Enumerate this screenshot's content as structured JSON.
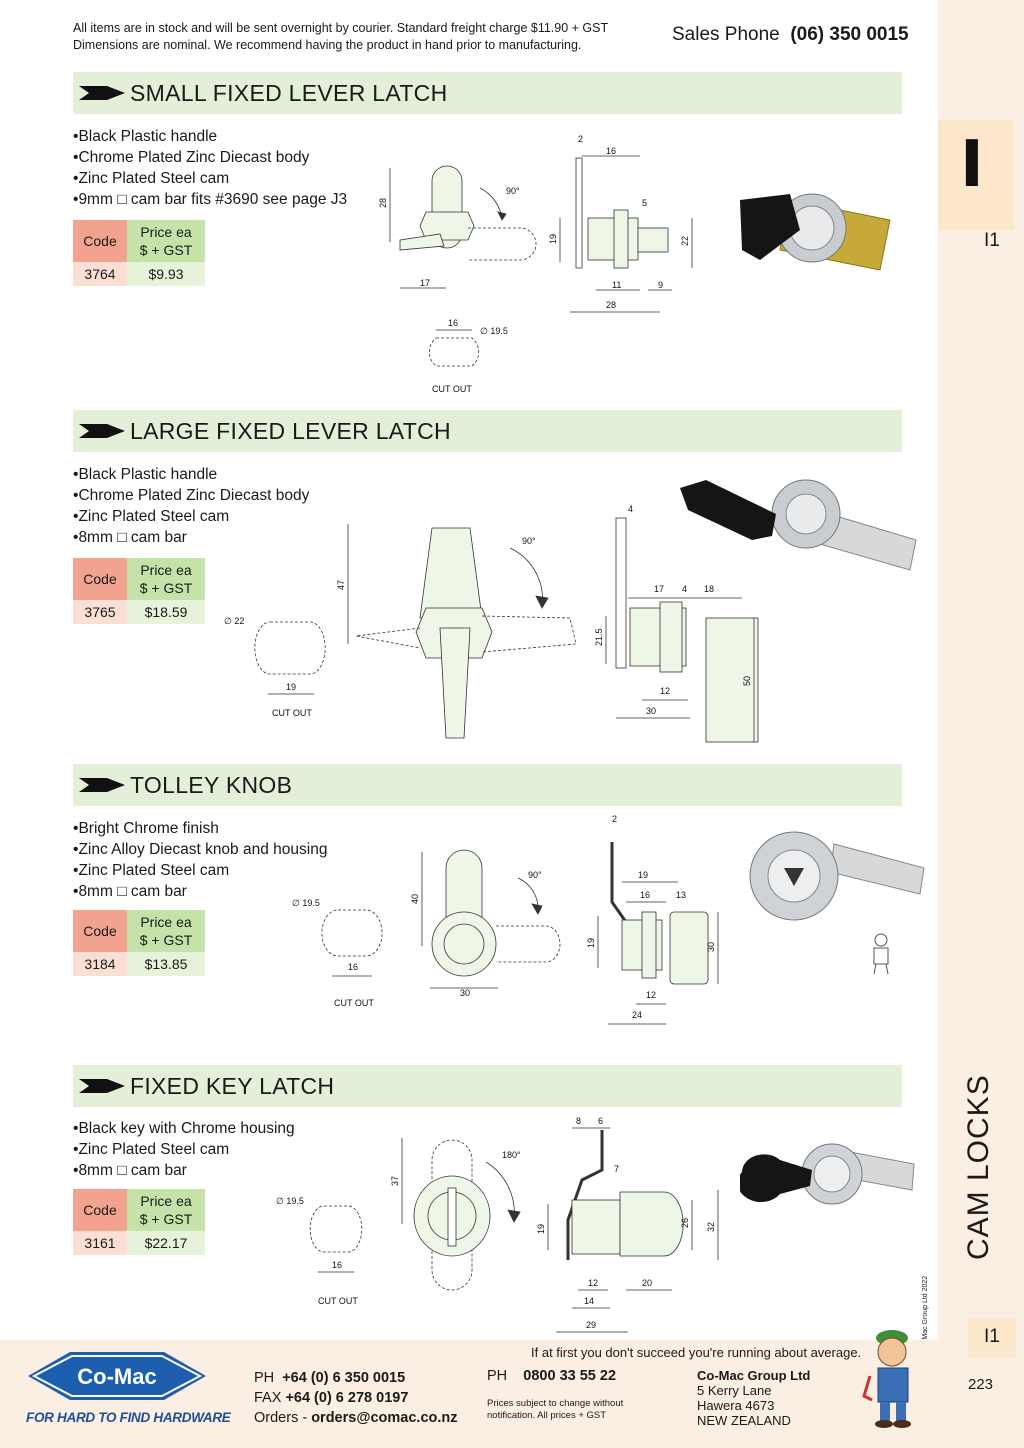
{
  "header": {
    "notice_line1": "All items are in stock and will be sent overnight by courier. Standard freight charge $11.90 + GST",
    "notice_line2": "Dimensions are nominal. We recommend having the product in hand prior to manufacturing.",
    "sales_label": "Sales Phone",
    "sales_phone": "(06) 350 0015"
  },
  "sidebar": {
    "section_letter": "I",
    "section_code": "I1",
    "category": "CAM LOCKS",
    "copyright": "© Co-Mac Group Ltd 2022",
    "bottom_code": "I1",
    "page_number": "223"
  },
  "table_headers": {
    "code": "Code",
    "price_line1": "Price ea",
    "price_line2": "$ + GST"
  },
  "products": [
    {
      "title": "SMALL FIXED LEVER LATCH",
      "features": [
        "Black Plastic handle",
        "Chrome Plated Zinc Diecast body",
        "Zinc Plated Steel cam",
        "9mm □ cam bar fits #3690 see page J3"
      ],
      "code": "3764",
      "price": "$9.93",
      "dims": {
        "h": "28",
        "w": "17",
        "angle": "90°",
        "t": "2",
        "top": "16",
        "gap": "5",
        "s19": "19",
        "s22": "22",
        "b11": "11",
        "b9": "9",
        "b28": "28",
        "cut_w": "16",
        "cut_d": "∅ 19.5",
        "cut_label": "CUT OUT"
      }
    },
    {
      "title": "LARGE FIXED LEVER LATCH",
      "features": [
        "Black Plastic handle",
        "Chrome Plated Zinc Diecast body",
        "Zinc Plated Steel cam",
        "8mm □ cam bar"
      ],
      "code": "3765",
      "price": "$18.59",
      "dims": {
        "cut_d": "∅ 22",
        "cut_w": "19",
        "cut_label": "CUT OUT",
        "h": "47",
        "angle": "90°",
        "t": "4",
        "a17": "17",
        "a4": "4",
        "a18": "18",
        "s215": "21.5",
        "b12": "12",
        "b30": "30",
        "s50": "50"
      }
    },
    {
      "title": "TOLLEY KNOB",
      "features": [
        "Bright Chrome finish",
        "Zinc Alloy Diecast knob and housing",
        "Zinc Plated Steel cam",
        "8mm □ cam bar"
      ],
      "code": "3184",
      "price": "$13.85",
      "dims": {
        "cut_d": "∅ 19.5",
        "cut_w": "16",
        "cut_label": "CUT OUT",
        "h": "40",
        "w": "30",
        "angle": "90°",
        "t": "2",
        "a19": "19",
        "a16": "16",
        "a13": "13",
        "s19": "19",
        "s30": "30",
        "b12": "12",
        "b24": "24"
      }
    },
    {
      "title": "FIXED KEY LATCH",
      "features": [
        "Black key with Chrome housing",
        "Zinc Plated Steel cam",
        "8mm □ cam bar"
      ],
      "code": "3161",
      "price": "$22.17",
      "dims": {
        "cut_d": "∅ 19.5",
        "cut_w": "16",
        "cut_label": "CUT OUT",
        "h": "37",
        "angle": "180°",
        "a8": "8",
        "a6": "6",
        "a7": "7",
        "s19": "19",
        "s26": "26",
        "s32": "32",
        "b12": "12",
        "b20": "20",
        "b14": "14",
        "b29": "29"
      }
    }
  ],
  "footer": {
    "slogan": "If at first you don't succeed you're running about average.",
    "logo_text": "Co-Mac",
    "tagline": "FOR HARD TO FIND HARDWARE",
    "ph_label": "PH",
    "ph": "+64 (0) 6 350 0015",
    "fax_label": "FAX",
    "fax": "+64 (0) 6 278 0197",
    "orders_label": "Orders -",
    "orders": "orders@comac.co.nz",
    "freephone_label": "PH",
    "freephone": "0800 33 55 22",
    "note_line1": "Prices subject to change without",
    "note_line2": "notification. All prices + GST",
    "company": "Co-Mac Group Ltd",
    "address1": "5 Kerry Lane",
    "address2": "Hawera 4673",
    "address3": "NEW ZEALAND"
  }
}
